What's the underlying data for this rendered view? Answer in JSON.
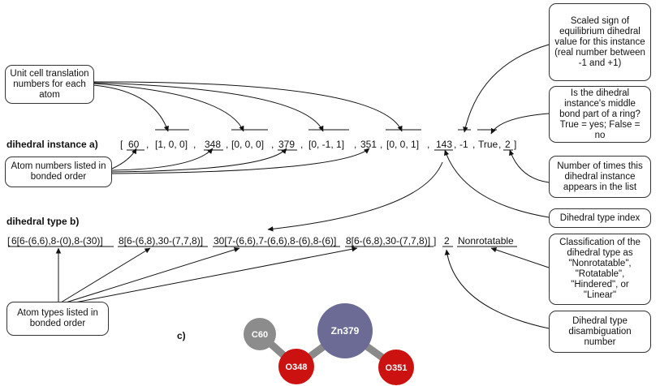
{
  "annotations": {
    "unit_cell": "Unit cell translation numbers for each atom",
    "atom_numbers": "Atom numbers listed in bonded order",
    "scaled_sign": "Scaled sign of equilibrium dihedral value for this instance (real number between -1 and +1)",
    "ring": "Is the dihedral instance's middle bond part of a ring? True = yes; False = no",
    "times": "Number of times this dihedral instance appears in the list",
    "type_index": "Dihedral type index",
    "classification": "Classification of the dihedral type as \"Nonrotatable\", \"Rotatable\", \"Hindered\", or \"Linear\"",
    "atom_types": "Atom types listed in bonded order",
    "disamb": "Dihedral type disambiguation number"
  },
  "instance": {
    "label": "dihedral instance a)",
    "open": "[",
    "atom1": "60",
    "t1": "[1, 0, 0]",
    "atom2": "348",
    "t2": "[0, 0, 0]",
    "atom3": "379",
    "t3": "[0, -1, 1]",
    "atom4": "351",
    "t4": "[0, 0, 1]",
    "type_index": "143",
    "sign": "-1",
    "ring": "True",
    "count": "2",
    "close": "]",
    "comma": ","
  },
  "type": {
    "label": "dihedral type b)",
    "open": "[",
    "at1": "6[6-(6,6),8-(0),8-(30)]",
    "at2": "8[6-(6,8),30-(7,7,8)]",
    "at3": "30[7-(6,6),7-(6,6),8-(6),8-(6)]",
    "at4": "8[6-(6,8),30-(7,7,8)]",
    "close": "]",
    "disamb": "2",
    "classification": "Nonrotatable"
  },
  "molecule": {
    "label": "c)",
    "atoms": [
      "C60",
      "O348",
      "Zn379",
      "O351"
    ],
    "colors": {
      "carbon": "#8c8c8c",
      "oxygen": "#cc1111",
      "zinc": "#6b6b96",
      "bond": "#8a8a8a"
    }
  }
}
